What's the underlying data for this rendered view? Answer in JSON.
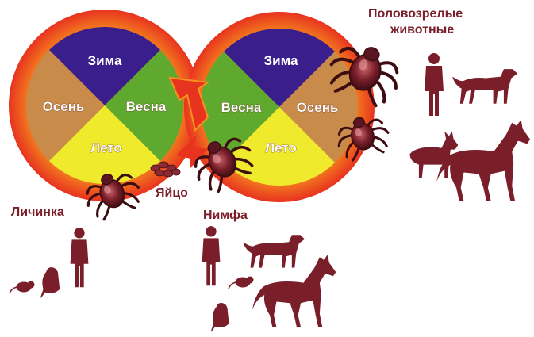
{
  "left_cycle": {
    "top": "Зима",
    "left": "Осень",
    "right": "Весна",
    "bottom": "Лето"
  },
  "right_cycle": {
    "top": "Зима",
    "left": "Весна",
    "right": "Осень",
    "bottom": "Лето"
  },
  "stages": {
    "larva": "Личинка",
    "egg": "Яйцо",
    "nymph": "Нимфа",
    "adult_line1": "Половозрелые",
    "adult_line2": "животные"
  },
  "colors": {
    "ring_red": "#e8331f",
    "ring_orange": "#f7931e",
    "winter": "#3a1e8c",
    "autumn": "#c98b4a",
    "spring": "#5fa92e",
    "summer": "#f0ea2c",
    "silhouette": "#7a1f2a",
    "tick": "#6b1a1a"
  },
  "icons": [
    "tick-icon",
    "egg-cluster-icon",
    "person-icon",
    "dog-icon",
    "goat-icon",
    "horse-icon",
    "mouse-icon",
    "bird-icon"
  ]
}
